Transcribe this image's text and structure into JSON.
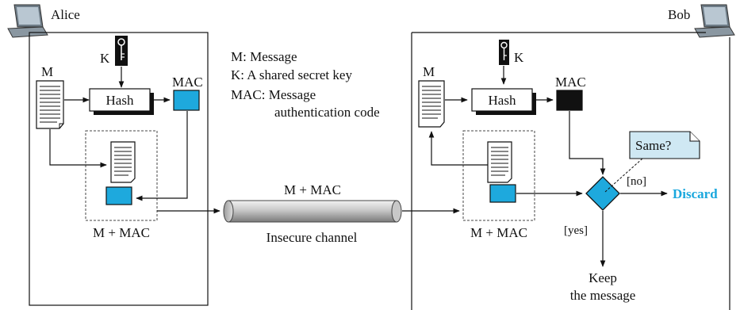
{
  "alice": {
    "name": "Alice",
    "m_label": "M",
    "k_label": "K",
    "hash_label": "Hash",
    "mac_label": "MAC",
    "package_label": "M + MAC"
  },
  "legend": {
    "m": "M: Message",
    "k": "K: A shared secret key",
    "mac": "MAC: Message",
    "mac_cont": "authentication code"
  },
  "channel": {
    "top_label": "M + MAC",
    "bottom_label": "Insecure channel"
  },
  "bob": {
    "name": "Bob",
    "m_label": "M",
    "k_label": "K",
    "hash_label": "Hash",
    "mac_label": "MAC",
    "package_label": "M + MAC",
    "compare_label": "Same?",
    "no_label": "[no]",
    "yes_label": "[yes]",
    "discard_label": "Discard",
    "keep_label_1": "Keep",
    "keep_label_2": "the message"
  },
  "colors": {
    "mac_blue": "#1ea9dd",
    "discard": "#19a7dd",
    "mac_black": "#111111",
    "channel": "#c8c8c8"
  }
}
